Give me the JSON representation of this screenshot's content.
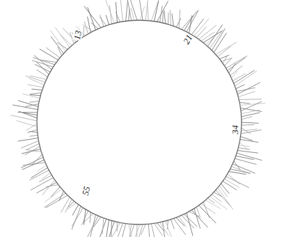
{
  "diagram": {
    "labels": [
      "13",
      "21",
      "34",
      "55"
    ]
  }
}
